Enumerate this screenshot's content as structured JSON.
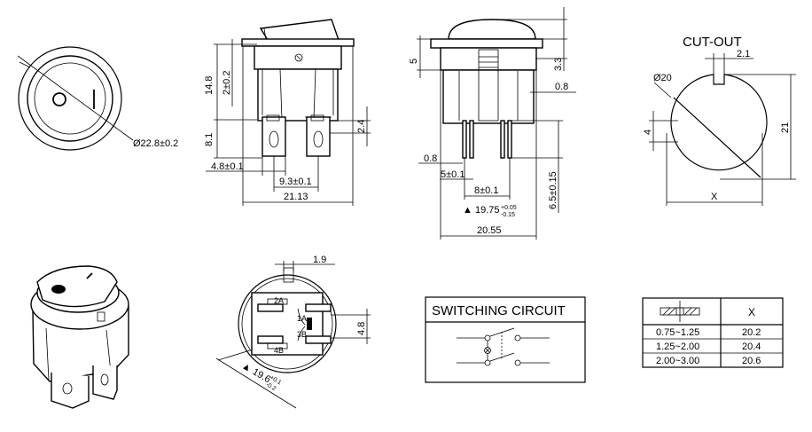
{
  "dimensions": {
    "front_diameter": "Ø22.8±0.2",
    "height_total": "14.8",
    "height_upper": "2±0.2",
    "terminal_height": "8.1",
    "terminal_height2": "2.4",
    "terminal_width": "4.8±0.1",
    "terminal_pitch": "9.3±0.1",
    "overall_width_side": "21.13",
    "cap_height": "5",
    "cap_offset": "3.3",
    "pin_thickness": "0.8",
    "pin_left_thickness": "0.8",
    "pin_spacing": "5±0.1",
    "pin_pitch": "8±0.1",
    "panel_dim_main": "19.75",
    "panel_dim_tol_plus": "+0.05",
    "panel_dim_tol_minus": "-0.15",
    "pin_length": "6.5±0.15",
    "overall_width_front": "20.55",
    "top_gap": "1.9",
    "terminal_gap": "4.8",
    "bottom_diameter": "19.6",
    "bottom_tol_plus": "+0.1",
    "bottom_tol_minus": "-0.2"
  },
  "terminal_labels": {
    "t2a": "2A",
    "t1a": "1A",
    "t3b": "3B",
    "t4b": "4B"
  },
  "cutout": {
    "title": "CUT-OUT",
    "key_width": "2.1",
    "diameter": "Ø20",
    "key_depth": "4",
    "height": "21",
    "width_label": "X"
  },
  "switching_circuit": {
    "title": "SWITCHING CIRCUIT"
  },
  "panel_table": {
    "header_x": "X",
    "rows": [
      {
        "range": "0.75~1.25",
        "x": "20.2"
      },
      {
        "range": "1.25~2.00",
        "x": "20.4"
      },
      {
        "range": "2.00~3.00",
        "x": "20.6"
      }
    ]
  }
}
